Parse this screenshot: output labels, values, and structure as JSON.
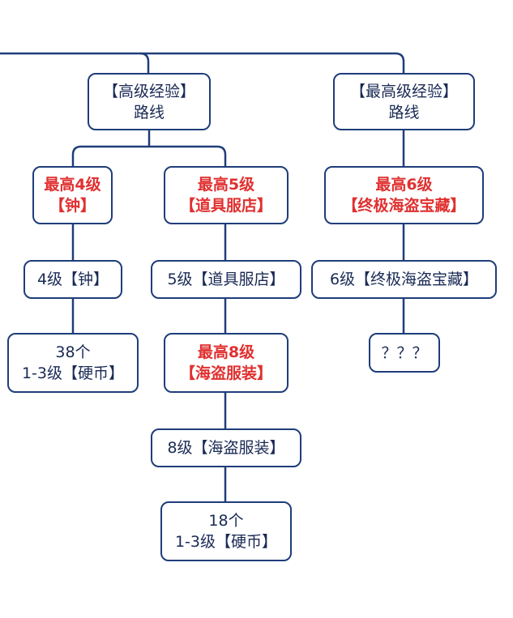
{
  "colors": {
    "line": "#1f3d7a",
    "text": "#1a2a55",
    "highlight": "#e03030",
    "background": "#ffffff"
  },
  "nodes": {
    "route_high": {
      "line1": "【高级经验】",
      "line2": "路线"
    },
    "route_top": {
      "line1": "【最高级经验】",
      "line2": "路线"
    },
    "max4_bell": {
      "line1": "最高4级",
      "line2": "【钟】"
    },
    "max5_shop": {
      "line1": "最高5级",
      "line2": "【道具服店】"
    },
    "max6_treasure": {
      "line1": "最高6级",
      "line2": "【终极海盗宝藏】"
    },
    "lv4_bell": {
      "line1": "4级【钟】"
    },
    "lv5_shop": {
      "line1": "5级【道具服店】"
    },
    "lv6_treasure": {
      "line1": "6级【终极海盗宝藏】"
    },
    "coins_38": {
      "line1": "38个",
      "line2": "1-3级【硬币】"
    },
    "max8_costume": {
      "line1": "最高8级",
      "line2": "【海盗服装】"
    },
    "unknown": {
      "line1": "？？？"
    },
    "lv8_costume": {
      "line1": "8级【海盗服装】"
    },
    "coins_18": {
      "line1": "18个",
      "line2": "1-3级【硬币】"
    }
  }
}
